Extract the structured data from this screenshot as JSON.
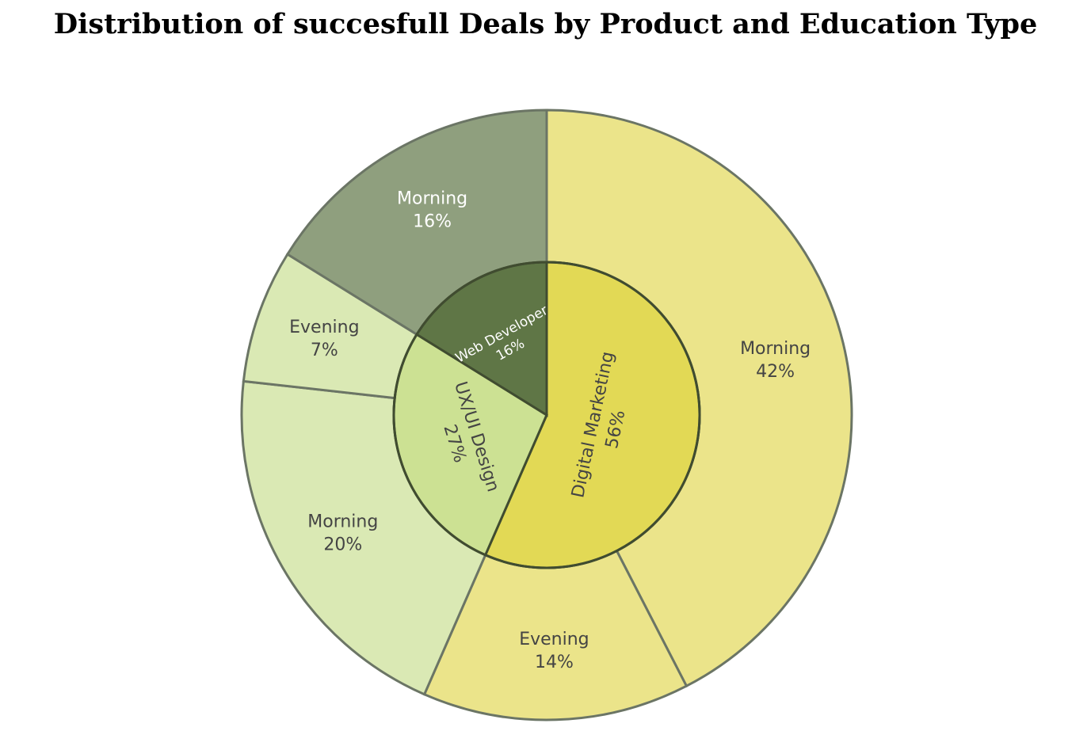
{
  "chart_data": {
    "type": "sunburst",
    "title": "Distribution of succesfull Deals by Product and Education Type",
    "center_value_unit": "%",
    "segments": [
      {
        "name": "Digital Marketing",
        "value": 56,
        "color": "#e2d955",
        "label_color": "#444444",
        "children": [
          {
            "name": "Morning",
            "value": 42,
            "color": "#ebe48a",
            "label_color": "#444444"
          },
          {
            "name": "Evening",
            "value": 14,
            "color": "#ebe48a",
            "label_color": "#444444"
          }
        ]
      },
      {
        "name": "UX/UI Design",
        "value": 27,
        "color": "#cce193",
        "label_color": "#444444",
        "children": [
          {
            "name": "Morning",
            "value": 20,
            "color": "#dae9b4",
            "label_color": "#444444"
          },
          {
            "name": "Evening",
            "value": 7,
            "color": "#dae9b4",
            "label_color": "#444444"
          }
        ]
      },
      {
        "name": "Web Developer",
        "value": 16,
        "color": "#5f7646",
        "label_color": "#ffffff",
        "children": [
          {
            "name": "Morning",
            "value": 16,
            "color": "#8f9f7e",
            "label_color": "#ffffff"
          }
        ]
      }
    ],
    "stroke_color": "#404c30",
    "outer_stroke_color": "#6b7565"
  }
}
